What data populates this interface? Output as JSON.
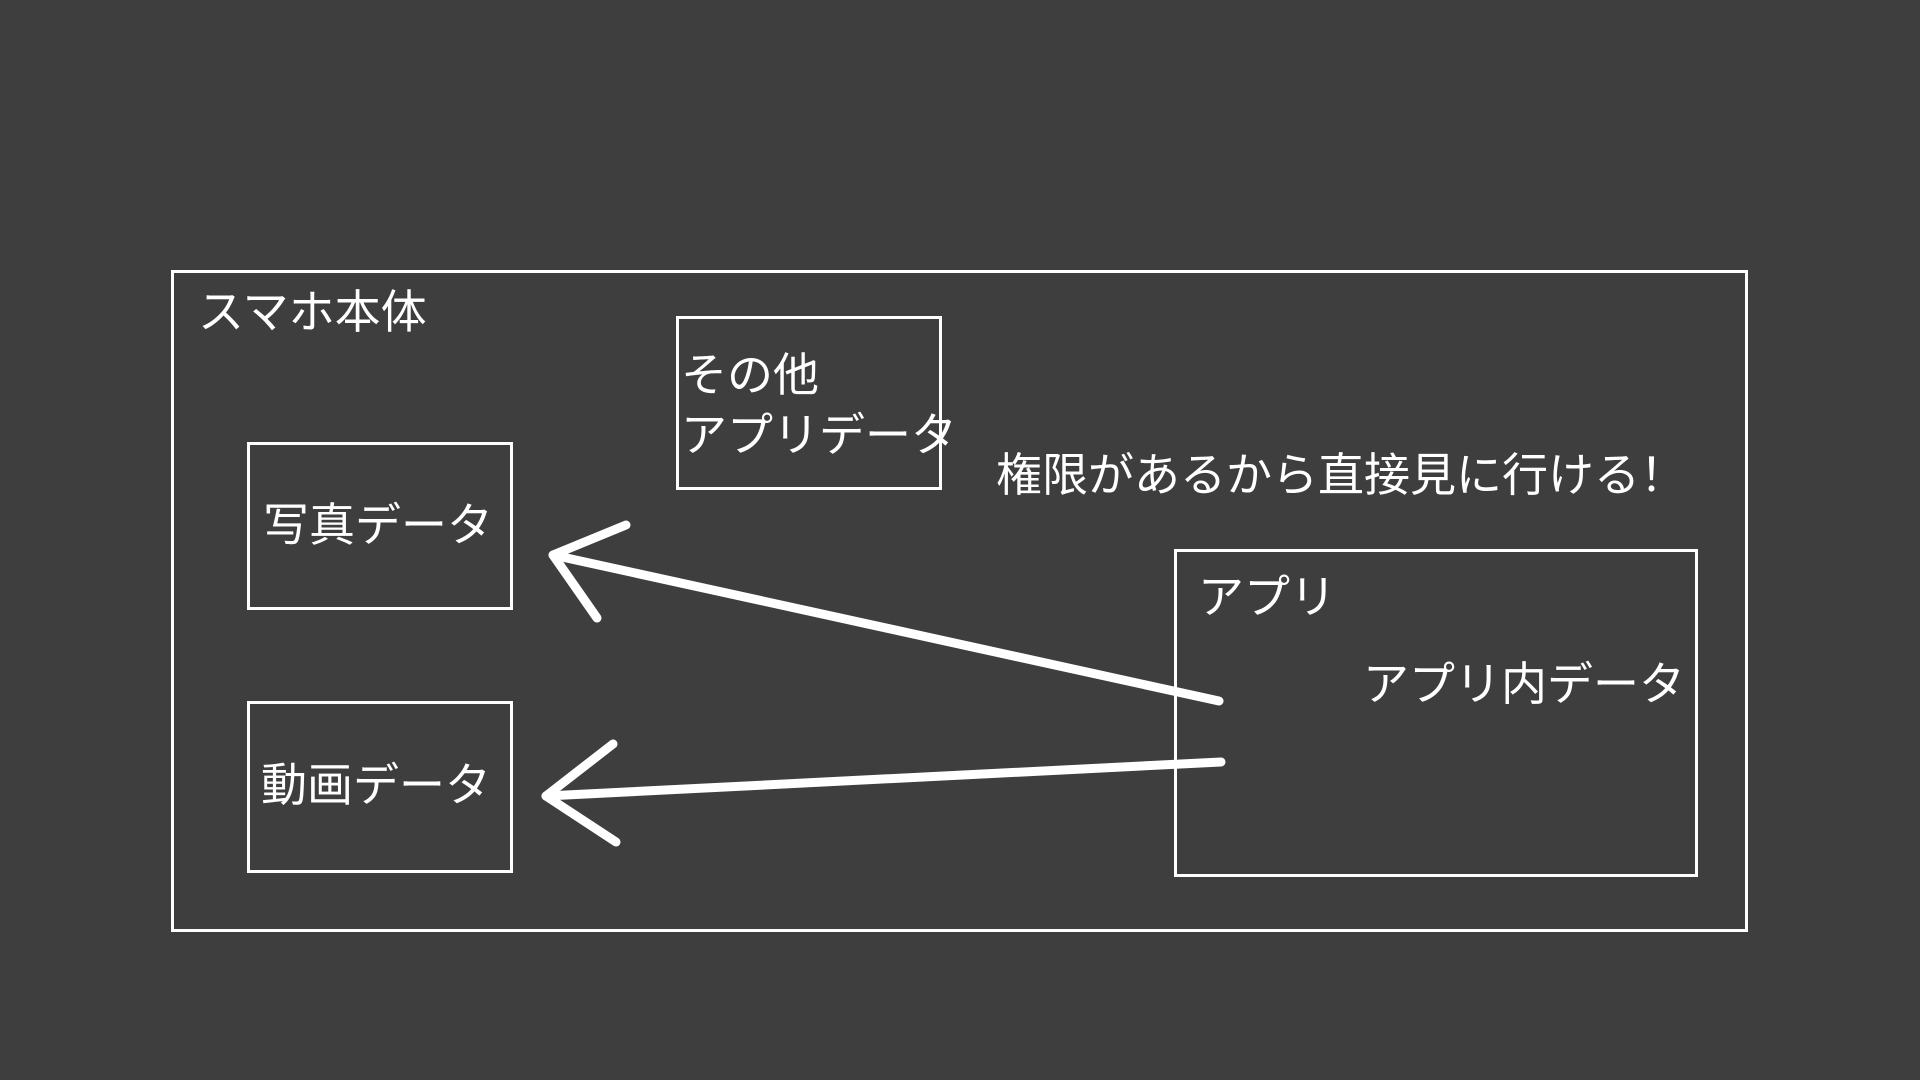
{
  "colors": {
    "background": "#3e3e3e",
    "stroke": "#ffffff",
    "text": "#ffffff"
  },
  "device": {
    "title": "スマホ本体"
  },
  "other_data": {
    "line1": "その他",
    "line2": "アプリデータ"
  },
  "photo": {
    "label": "写真データ"
  },
  "video": {
    "label": "動画データ"
  },
  "note": {
    "text": "権限があるから直接見に行ける！"
  },
  "app": {
    "title": "アプリ",
    "data_label": "アプリ内データ"
  }
}
